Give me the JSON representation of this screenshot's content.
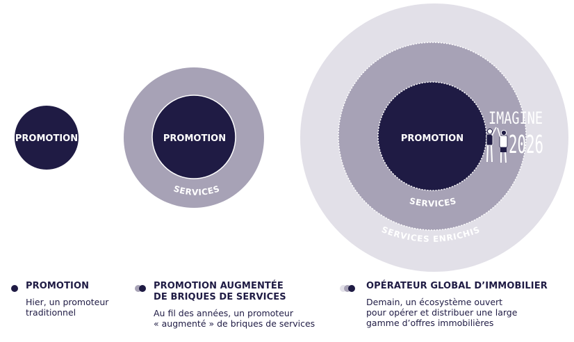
{
  "colors": {
    "navy": "#1f1b44",
    "services": "#a7a2b6",
    "enriched": "#e2e0e8",
    "text_light": "#ffffff"
  },
  "diagram": {
    "small": {
      "core_label": "PROMOTION"
    },
    "medium": {
      "core_label": "PROMOTION",
      "ring_label": "SERVICES"
    },
    "large": {
      "core_label": "PROMOTION",
      "ring_label": "SERVICES",
      "outer_label": "SERVICES ENRICHIS",
      "logo": {
        "line1": "IMAGINE",
        "line2": "2026"
      }
    }
  },
  "legend": [
    {
      "title": [
        "PROMOTION"
      ],
      "text": [
        "Hier, un promoteur",
        "traditionnel"
      ]
    },
    {
      "title": [
        "PROMOTION AUGMENTÉE",
        "DE BRIQUES DE SERVICES"
      ],
      "text": [
        "Au fil des années, un promoteur",
        "« augmenté » de briques de services"
      ]
    },
    {
      "title": [
        "OPÉRATEUR GLOBAL D’IMMOBILIER"
      ],
      "text": [
        "Demain, un écosystème ouvert",
        "pour opérer et distribuer une large",
        "gamme d’offres immobilières"
      ]
    }
  ]
}
